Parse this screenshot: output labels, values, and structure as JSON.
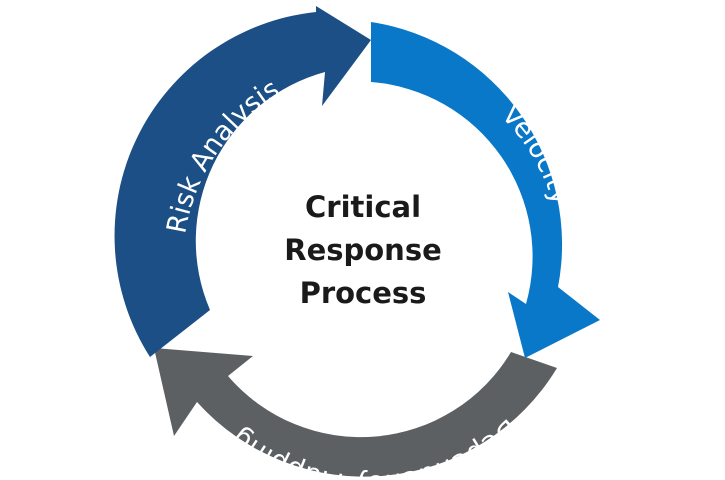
{
  "diagram": {
    "center_title": [
      "Critical",
      "Response",
      "Process"
    ],
    "segments": [
      {
        "label": "Risk Analysis",
        "color": "#1b4f85"
      },
      {
        "label": "Velocity",
        "color": "#0a78c8"
      },
      {
        "label": "Dependency Mapping",
        "color": "#5d6063"
      }
    ],
    "background": "#ffffff",
    "text_color": "#1a1a1a"
  }
}
